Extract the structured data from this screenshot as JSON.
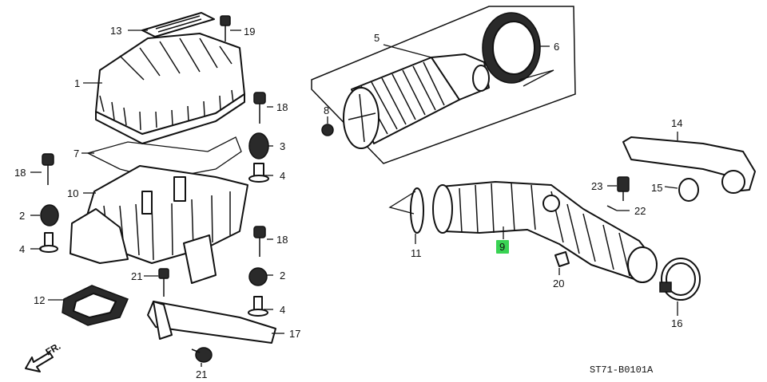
{
  "diagram": {
    "parts": {
      "p1": "1",
      "p2a": "2",
      "p2b": "2",
      "p3": "3",
      "p4a": "4",
      "p4b": "4",
      "p4c": "4",
      "p5": "5",
      "p6": "6",
      "p7": "7",
      "p8": "8",
      "p9": "9",
      "p10": "10",
      "p11": "11",
      "p12": "12",
      "p13": "13",
      "p14": "14",
      "p15": "15",
      "p16": "16",
      "p17": "17",
      "p18a": "18",
      "p18b": "18",
      "p18c": "18",
      "p19": "19",
      "p20": "20",
      "p21a": "21",
      "p21b": "21",
      "p22": "22",
      "p23": "23"
    },
    "highlighted_part": "9",
    "highlight_color": "#39d353",
    "direction_label": "FR.",
    "drawing_code": "ST71-B0101A"
  }
}
